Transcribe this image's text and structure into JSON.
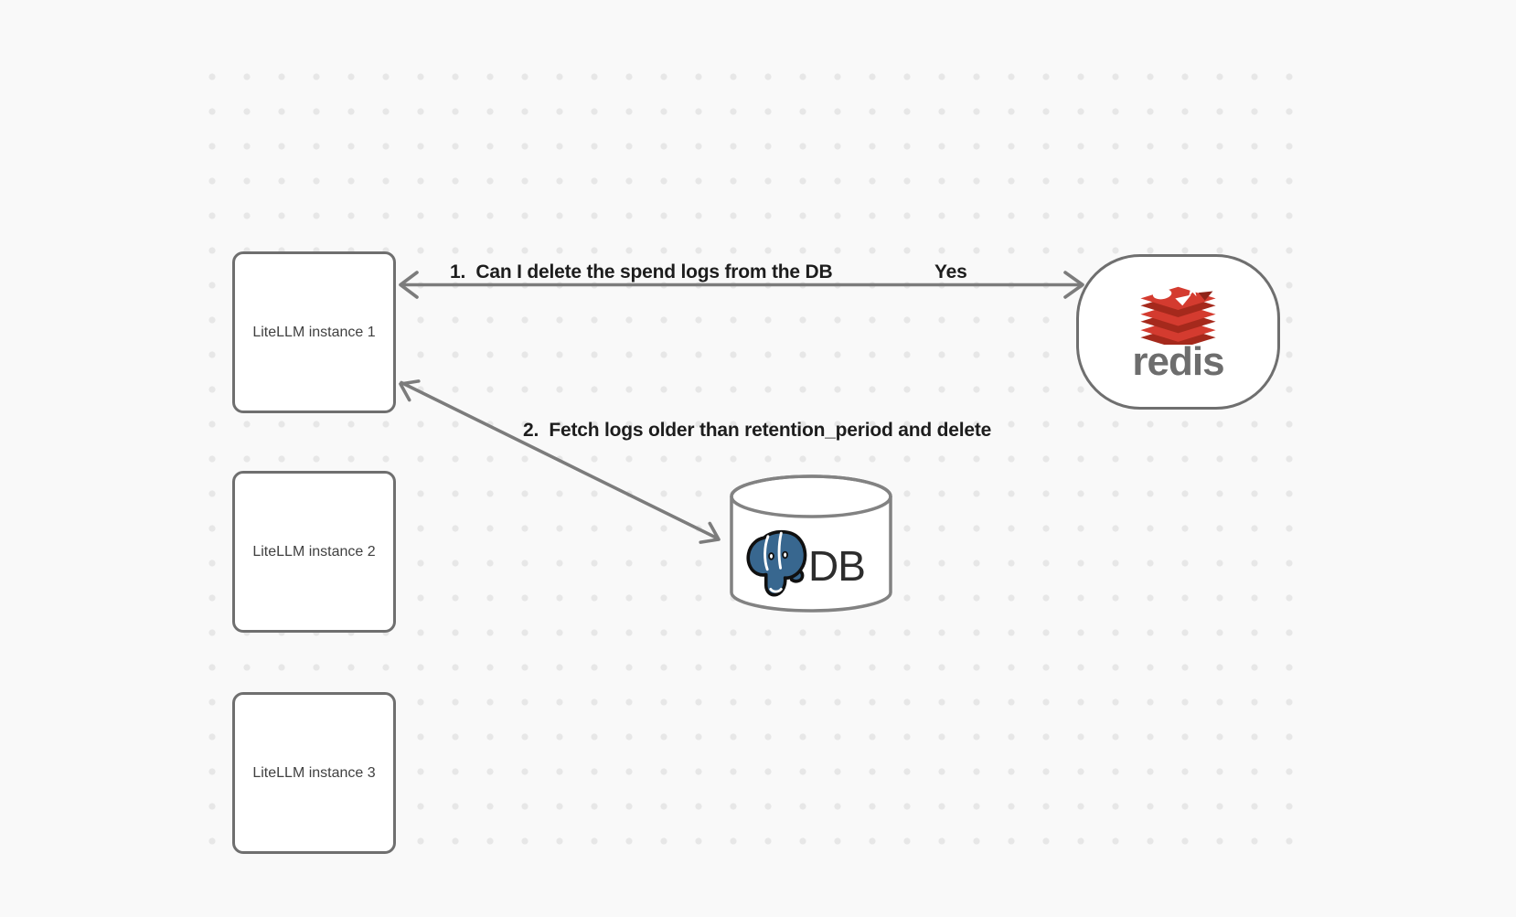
{
  "canvas": {
    "background_color": "#f9f9f9",
    "dot_color": "#e7e7e7"
  },
  "nodes": {
    "litellm_instances": [
      {
        "label": "LiteLLM instance 1"
      },
      {
        "label": "LiteLLM instance 2"
      },
      {
        "label": "LiteLLM instance 3"
      }
    ],
    "redis": {
      "wordmark": "redis",
      "logo_red": "#d43b2f",
      "logo_dark_red": "#a5291c",
      "wordmark_color": "#6d6d6d"
    },
    "database": {
      "label": "DB",
      "postgres_blue": "#38678f"
    }
  },
  "edges": [
    {
      "label": "1.  Can I delete the spend logs from the DB",
      "response": "Yes"
    },
    {
      "label": "2.  Fetch logs older than retention_period and delete"
    }
  ],
  "style": {
    "node_border_color": "#6f6f6f",
    "arrow_color": "#7c7c7c",
    "edge_label_color": "#1d1d1d",
    "node_label_color": "#404040"
  }
}
